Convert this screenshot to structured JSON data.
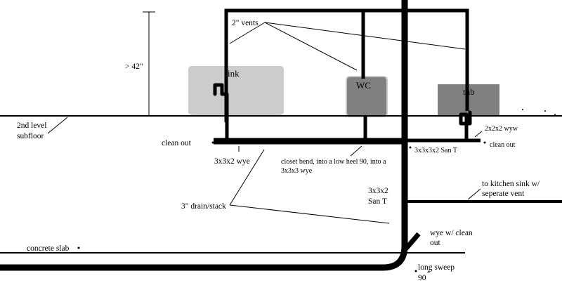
{
  "labels": {
    "vents": "2\" vents",
    "height": "> 42\"",
    "sink": "sink",
    "wc": "WC",
    "tub": "tub",
    "subfloor_line1": "2nd level",
    "subfloor_line2": "subfloor",
    "clean_out_left": "clean out",
    "wye_3x3x2": "3x3x2 wye",
    "closet_line1": "closet bend, into a low heel 90, into a",
    "closet_line2": "3x3x3 wye",
    "wyw_2x2x2": "2x2x2 wyw",
    "clean_out_right": "clean out",
    "san_t_3x3x3x2": "3x3x3x2 San T",
    "kitchen_line1": "to kitchen sink w/",
    "kitchen_line2": "seperate vent",
    "san_t_line1": "3x3x2",
    "san_t_line2": "San T",
    "drain_stack": "3\" drain/stack",
    "concrete_slab": "concrete slab",
    "wye_clean_line1": "wye w/ clean",
    "wye_clean_line2": "out",
    "long_sweep_line1": "long sweep",
    "long_sweep_line2": "90"
  },
  "colors": {
    "sink_fill": "#cccccc",
    "wc_fill": "#808080",
    "tub_fill": "#808080",
    "pipe": "#000000"
  }
}
